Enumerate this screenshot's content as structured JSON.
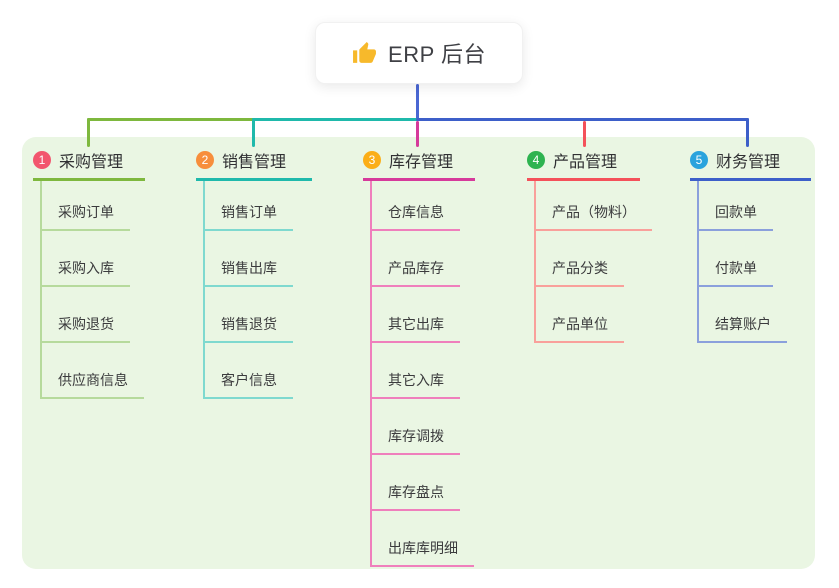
{
  "root": {
    "label": "ERP 后台",
    "icon": "thumbs-up-icon",
    "icon_color": "#f7b92b",
    "stem_color": "#4a67d3"
  },
  "panel_bg": "#eaf6e3",
  "branches": [
    {
      "badge": "1",
      "badge_color": "#f2566e",
      "title": "采购管理",
      "color": "#7eb83e",
      "light_color": "#b6da9c",
      "items": [
        "采购订单",
        "采购入库",
        "采购退货",
        "供应商信息"
      ]
    },
    {
      "badge": "2",
      "badge_color": "#f78e3c",
      "title": "销售管理",
      "color": "#1fb9ab",
      "light_color": "#7fd9cf",
      "items": [
        "销售订单",
        "销售出库",
        "销售退货",
        "客户信息"
      ]
    },
    {
      "badge": "3",
      "badge_color": "#fbae17",
      "title": "库存管理",
      "color": "#d63a9b",
      "light_color": "#ef7fbc",
      "items": [
        "仓库信息",
        "产品库存",
        "其它出库",
        "其它入库",
        "库存调拨",
        "库存盘点",
        "出库库明细"
      ]
    },
    {
      "badge": "4",
      "badge_color": "#2eb350",
      "title": "产品管理",
      "color": "#f4515a",
      "light_color": "#f9a09b",
      "items": [
        "产品（物料）",
        "产品分类",
        "产品单位"
      ]
    },
    {
      "badge": "5",
      "badge_color": "#2aa3dd",
      "title": "财务管理",
      "color": "#3d5fc9",
      "light_color": "#8ba0dc",
      "items": [
        "回款单",
        "付款单",
        "结算账户"
      ]
    }
  ]
}
